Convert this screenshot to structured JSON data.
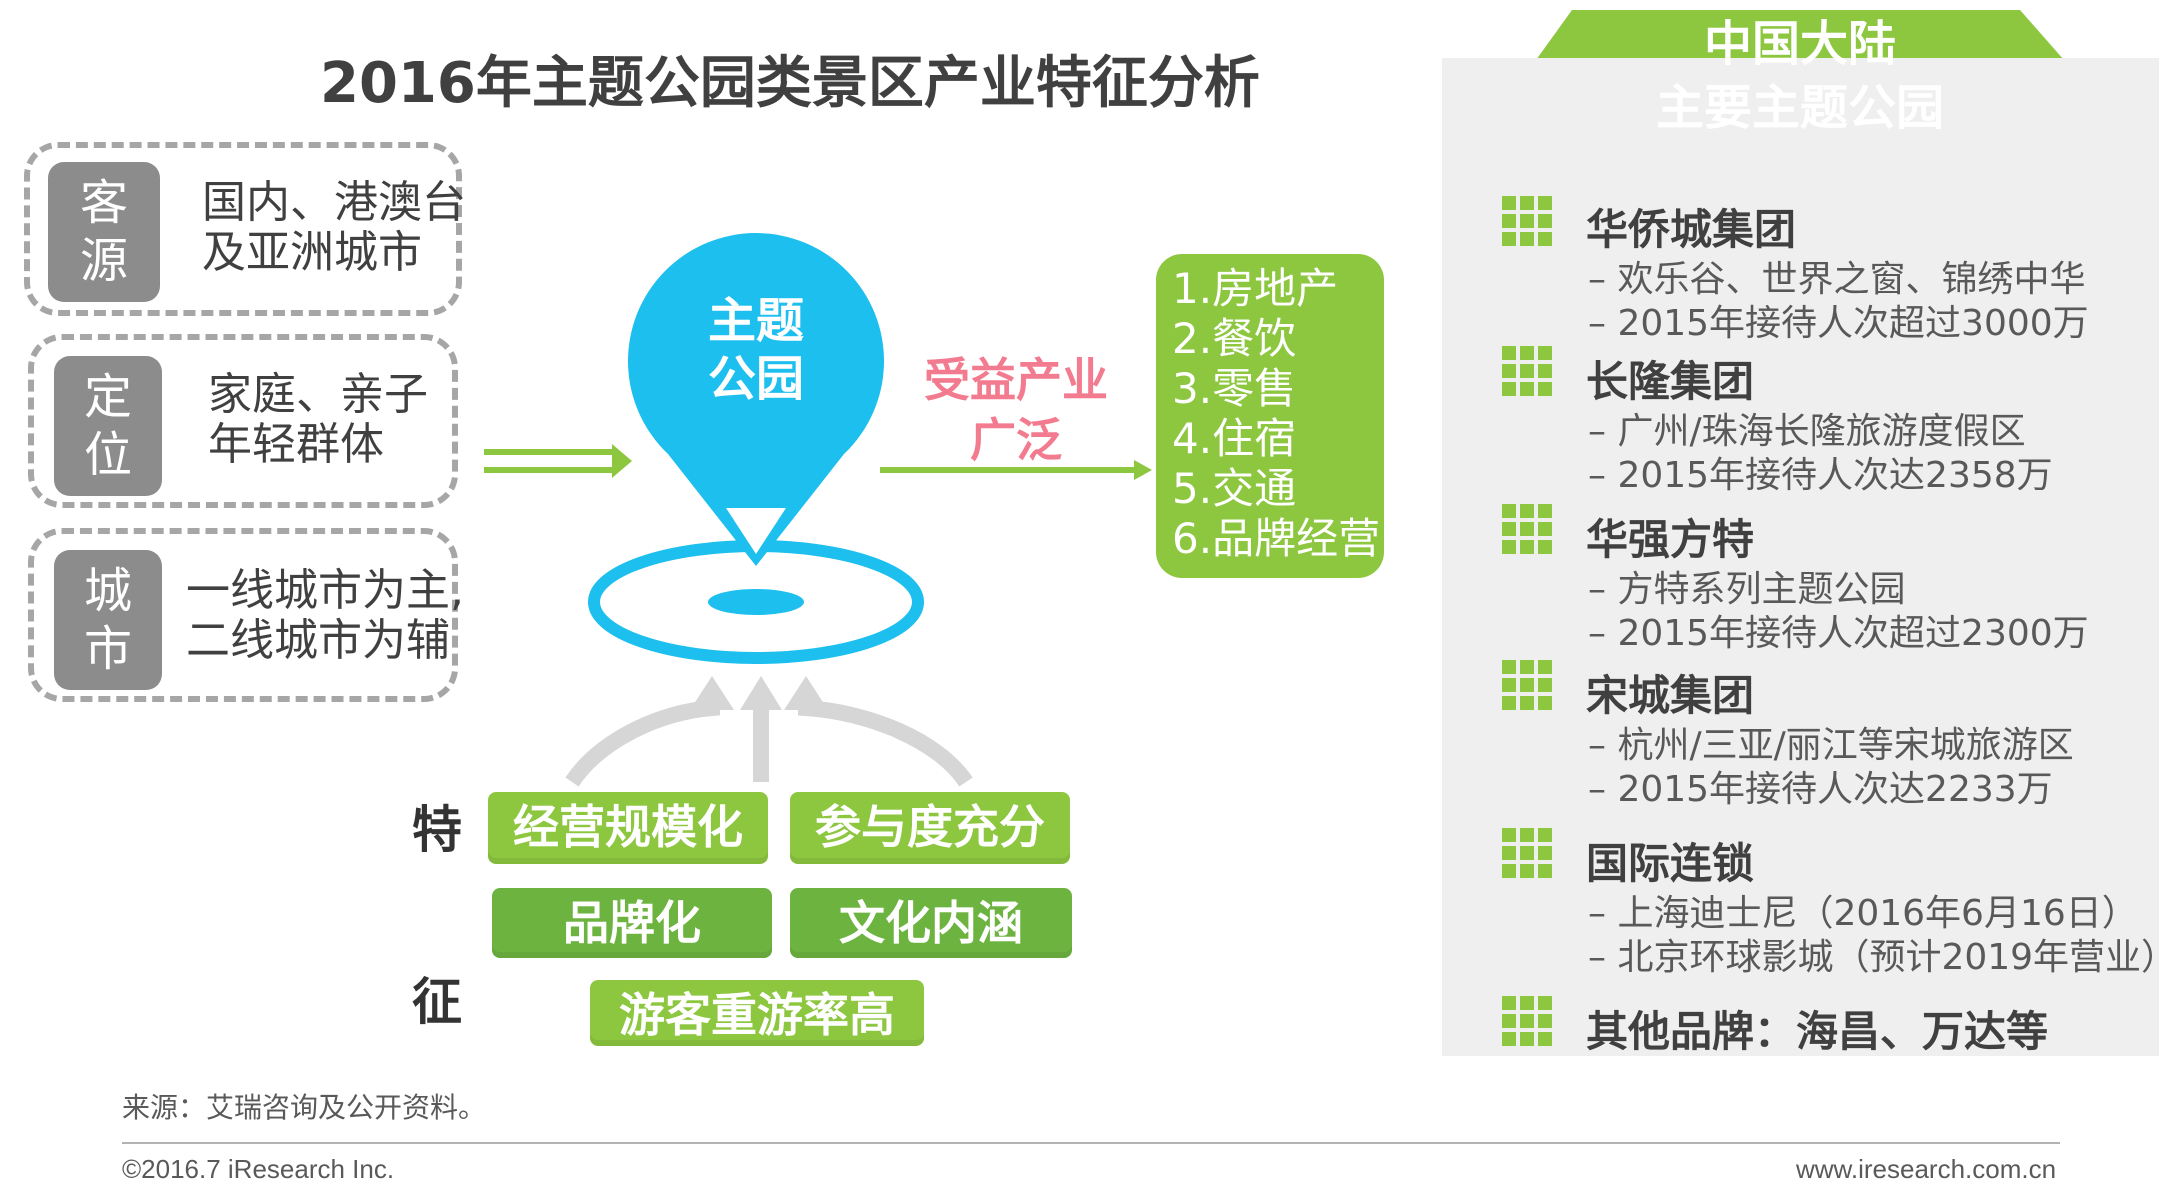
{
  "title": "2016年主题公园类景区产业特征分析",
  "left_boxes": [
    {
      "tag_chars": [
        "客",
        "源"
      ],
      "lines": [
        "国内、港澳台",
        "及亚洲城市"
      ]
    },
    {
      "tag_chars": [
        "定",
        "位"
      ],
      "lines": [
        "家庭、亲子",
        "年轻群体"
      ]
    },
    {
      "tag_chars": [
        "城",
        "市"
      ],
      "lines": [
        "一线城市为主,",
        "二线城市为辅"
      ]
    }
  ],
  "pin_label": [
    "主题",
    "公园"
  ],
  "benefit_label": [
    "受益产业",
    "广泛"
  ],
  "industries": [
    "1.房地产",
    "2.餐饮",
    "3.零售",
    "4.住宿",
    "5.交通",
    "6.品牌经营"
  ],
  "features_side": [
    "特",
    "征"
  ],
  "features": [
    "经营规模化",
    "参与度充分",
    "品牌化",
    "文化内涵",
    "游客重游率高"
  ],
  "right_panel": {
    "badge": [
      "中国大陆",
      "主要主题公园"
    ],
    "groups": [
      {
        "title": "华侨城集团",
        "items": [
          "–  欢乐谷、世界之窗、锦绣中华",
          "–  2015年接待人次超过3000万"
        ]
      },
      {
        "title": "长隆集团",
        "items": [
          "–  广州/珠海长隆旅游度假区",
          "–  2015年接待人次达2358万"
        ]
      },
      {
        "title": "华强方特",
        "items": [
          "–  方特系列主题公园",
          "–  2015年接待人次超过2300万"
        ]
      },
      {
        "title": "宋城集团",
        "items": [
          "–  杭州/三亚/丽江等宋城旅游区",
          "–  2015年接待人次达2233万"
        ]
      },
      {
        "title": "国际连锁",
        "items": [
          "–  上海迪士尼（2016年6月16日）",
          "–  北京环球影城（预计2019年营业）"
        ]
      },
      {
        "title": "其他品牌：海昌、万达等",
        "items": []
      }
    ]
  },
  "footer": {
    "source": "来源：艾瑞咨询及公开资料。",
    "copyright": "©2016.7 iResearch Inc.",
    "url": "www.iresearch.com.cn"
  },
  "colors": {
    "green": "#8dc63f",
    "dark_green": "#6db33f",
    "blue": "#1cbfee",
    "pink": "#f27b8f",
    "gray_tag": "#8c8c8c",
    "panel": "#efefef"
  }
}
